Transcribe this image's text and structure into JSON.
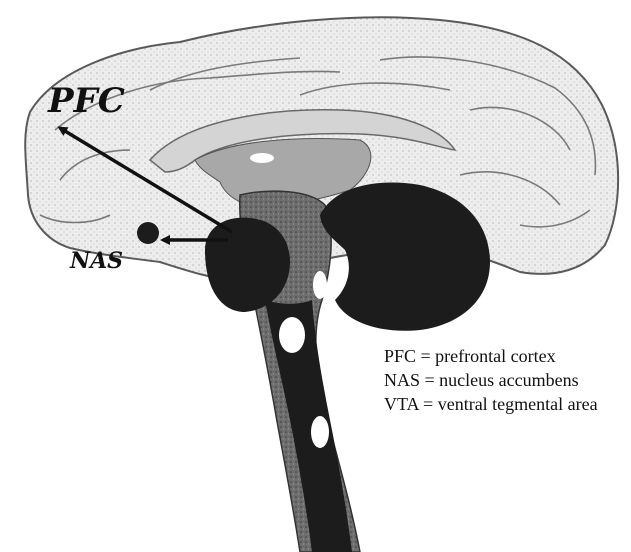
{
  "labels": {
    "pfc": "PFC",
    "nas": "NAS"
  },
  "legend": [
    "PFC = prefrontal cortex",
    "NAS = nucleus accumbens",
    "VTA = ventral tegmental area"
  ],
  "colors": {
    "cortex_fill": "#ededed",
    "cortex_outline": "#5a5a5a",
    "corpus_callosum": "#d4d4d4",
    "midbrain": "#6e6e6e",
    "dark_structures": "#1c1c1c",
    "arrows": "#111111"
  }
}
